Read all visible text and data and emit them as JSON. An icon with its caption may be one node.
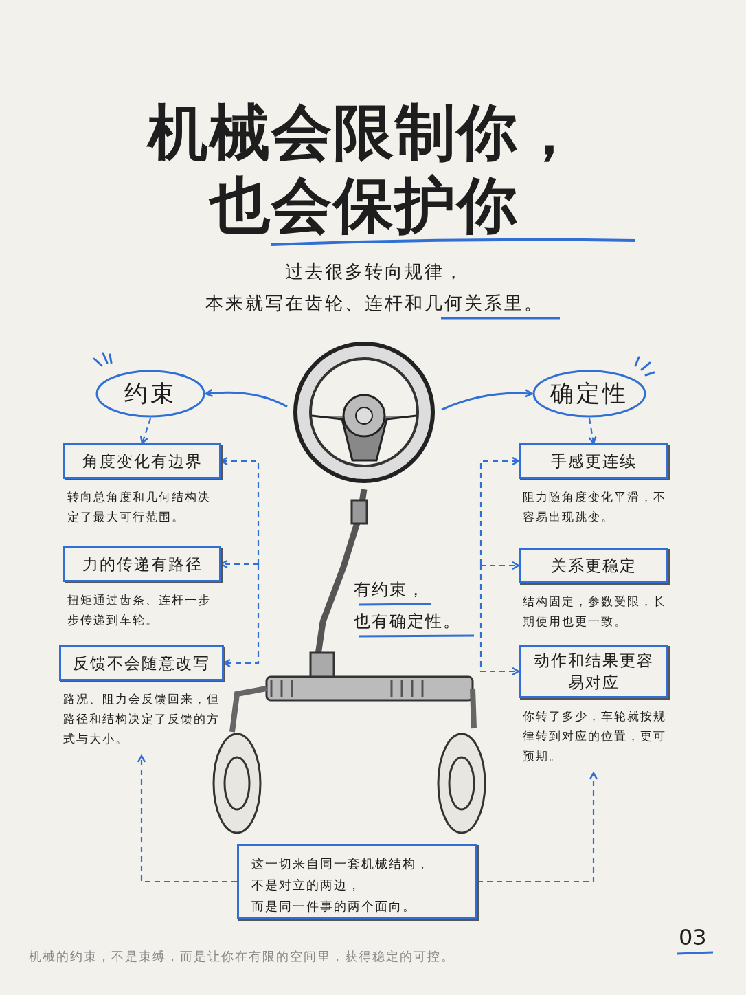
{
  "diagram": {
    "title": "机械会限制你，也会保护你",
    "nodes": [
      {
        "text": [],
        "shape": "picture"
      },
      {
        "text": [
          "约束"
        ]
      },
      {
        "text": [
          "确定性"
        ]
      },
      {
        "text": [
          "角度变化有边界"
        ],
        "beside": [
          "转向总角度和几何结构决定了最大可行范围。"
        ]
      },
      {
        "text": [
          "力的传递有路径"
        ],
        "beside": [
          "扭矩通过齿条、连杆一步步传递到车轮。"
        ]
      },
      {
        "text": [
          "反馈不会随意改写"
        ],
        "beside": [
          "路况、阻力会反馈回来，但路径和结构决定了反馈的方式与大小。"
        ]
      },
      {
        "text": [
          "手感更连续"
        ],
        "beside": [
          "阻力随角度变化平滑，不容易出现跳变。"
        ]
      },
      {
        "text": [
          "关系更稳定"
        ],
        "beside": [
          "结构固定，参数受限，长期使用也更一致。"
        ]
      },
      {
        "text": [
          "动作和结果更容易对应"
        ],
        "beside": [
          "你转了多少，车轮就按规律转到对应的位置，更可预期。"
        ]
      },
      {
        "text": [
          "这一切来自同一套机械结构，不是对立的两边，而是同一件事的两个面向。"
        ]
      }
    ],
    "edges": [
      {
        "from": 0,
        "to": 1,
        "arrow": "to"
      },
      {
        "from": 0,
        "to": 2,
        "arrow": "to"
      },
      {
        "from": 1,
        "to": 3,
        "arrow": "to",
        "style": "dashed"
      },
      {
        "from": 2,
        "to": 6,
        "arrow": "to",
        "style": "dashed"
      },
      {
        "from": null,
        "to": 3,
        "arrow": "to",
        "style": "dashed"
      },
      {
        "from": null,
        "to": 4,
        "arrow": "to",
        "style": "dashed"
      },
      {
        "from": null,
        "to": 5,
        "arrow": "to",
        "style": "dashed"
      },
      {
        "from": null,
        "to": 6,
        "arrow": "to",
        "style": "dashed"
      },
      {
        "from": null,
        "to": 7,
        "arrow": "to",
        "style": "dashed"
      },
      {
        "from": null,
        "to": 8,
        "arrow": "to",
        "style": "dashed"
      },
      {
        "from": 9,
        "to": 5,
        "arrow": "to",
        "style": "dashed"
      },
      {
        "from": 9,
        "to": 8,
        "arrow": "to",
        "style": "dashed"
      }
    ],
    "labels": [
      "过去很多转向规律，本来就写在齿轮、连杆和几何关系里。",
      "有约束，也有确定性。",
      "03",
      "机械的约束，不是束缚，而是让你在有限的空间里，获得稳定的可控。"
    ]
  }
}
